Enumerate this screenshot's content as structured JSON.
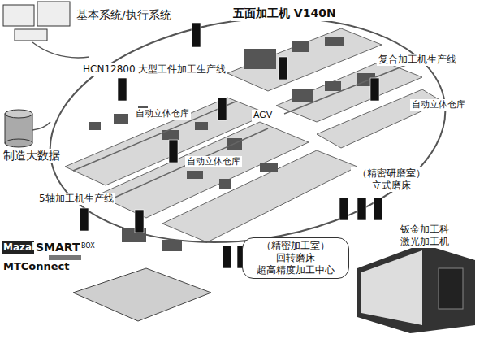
{
  "diagram": {
    "labels": [
      "基本系统/执行系统",
      "五面加工机 V140N",
      "HCN12800 大型工件加工生产线",
      "复合加工机生产线",
      "自动立体仓库",
      "AGV",
      "自动立体仓库",
      "自动立体仓库",
      "制造大数据",
      "5轴加工机生产线",
      "（精密研磨室） 立式磨床",
      "（精密加工室） 回转磨床 超高精度加工中心",
      "钣金加工科 激光加工机",
      "Mazak",
      "SMART",
      "BOX",
      "MTConnect"
    ]
  }
}
